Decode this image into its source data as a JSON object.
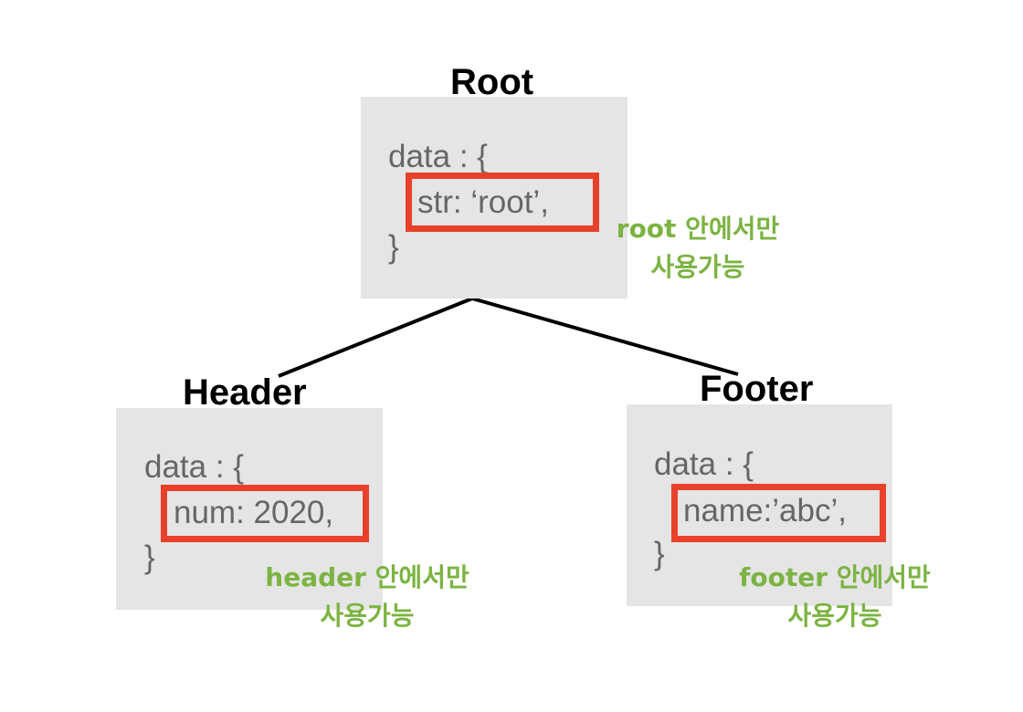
{
  "colors": {
    "box_background": "#e5e5e5",
    "highlight_border": "#e8412b",
    "note_text": "#7cb342",
    "code_text": "#666666",
    "connector": "#000000"
  },
  "root": {
    "title": "Root",
    "code_open": "data : {",
    "code_line": "str: ‘root’,",
    "code_close": "}",
    "note_line1": "root 안에서만",
    "note_line2": "사용가능"
  },
  "header": {
    "title": "Header",
    "code_open": "data : {",
    "code_line": "num: 2020,",
    "code_close": "}",
    "note_line1": "header 안에서만",
    "note_line2": "사용가능"
  },
  "footer": {
    "title": "Footer",
    "code_open": "data : {",
    "code_line": "name:’abc’,",
    "code_close": "}",
    "note_line1": "footer 안에서만",
    "note_line2": "사용가능"
  }
}
